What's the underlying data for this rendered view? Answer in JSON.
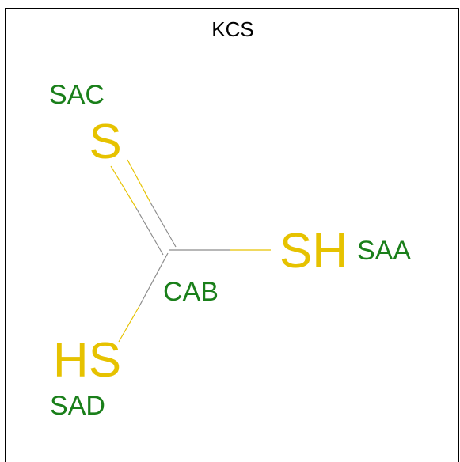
{
  "title": "KCS",
  "colors": {
    "sulfur": "#e6c200",
    "label": "#1a7f1a",
    "bond_carbon": "#8c8c8c",
    "border": "#000000"
  },
  "atoms": [
    {
      "id": "s_top",
      "symbol": "S",
      "name": "SAC"
    },
    {
      "id": "s_right",
      "symbol": "SH",
      "name": "SAA"
    },
    {
      "id": "s_bottom",
      "symbol": "HS",
      "name": "SAD"
    },
    {
      "id": "c_center",
      "symbol": "",
      "name": "CAB"
    }
  ]
}
